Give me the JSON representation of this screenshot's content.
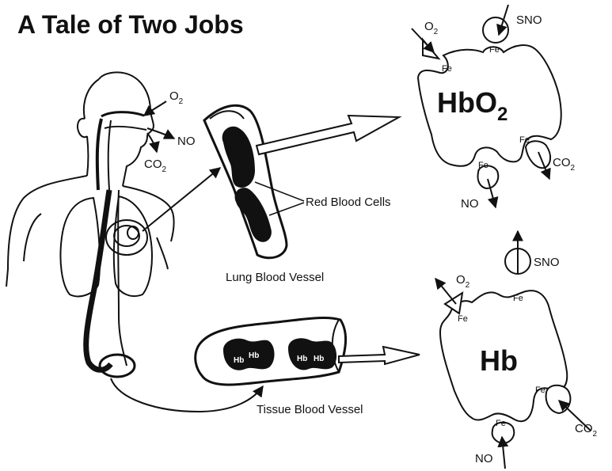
{
  "title": "A Tale of Two Jobs",
  "labels": {
    "red_blood_cells": "Red Blood Cells",
    "lung_vessel": "Lung Blood Vessel",
    "tissue_vessel": "Tissue Blood Vessel"
  },
  "molecules": {
    "o2": "O",
    "o2_sub": "2",
    "co2": "CO",
    "co2_sub": "2",
    "no": "NO",
    "sno": "SNO",
    "fe": "Fe"
  },
  "hemoglobin": {
    "oxy": "HbO",
    "oxy_sub": "2",
    "deoxy": "Hb",
    "cell_label": "Hb"
  },
  "colors": {
    "ink": "#111111",
    "paper": "#ffffff"
  }
}
